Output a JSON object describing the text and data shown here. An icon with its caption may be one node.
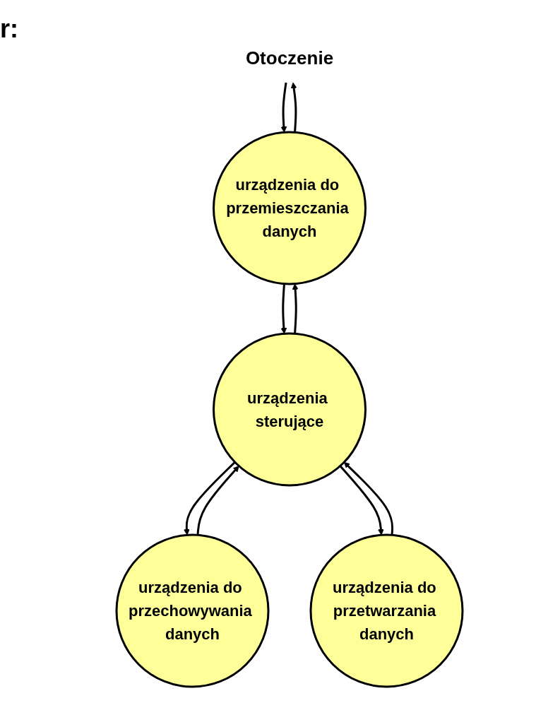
{
  "diagram": {
    "nodes": [
      {
        "text": [
          "Otoczenie"
        ]
      },
      {
        "text": [
          "urządzenia do przemieszczania danych"
        ]
      },
      {
        "text": [
          "urządzenia sterujące"
        ]
      },
      {
        "text": [
          "urządzenia do przechowywania danych"
        ]
      },
      {
        "text": [
          "urządzenia do przetwarzania danych"
        ]
      }
    ],
    "edges": [
      {
        "from": 1,
        "to": 0,
        "arrow": "to"
      },
      {
        "from": 0,
        "to": 1,
        "arrow": "to"
      },
      {
        "from": 2,
        "to": 1,
        "arrow": "to"
      },
      {
        "from": 1,
        "to": 2,
        "arrow": "to"
      },
      {
        "from": 3,
        "to": 2,
        "arrow": "to"
      },
      {
        "from": 2,
        "to": 3,
        "arrow": "to"
      },
      {
        "from": 4,
        "to": 2,
        "arrow": "to"
      },
      {
        "from": 2,
        "to": 4,
        "arrow": "to"
      }
    ],
    "labels": [
      "r:"
    ]
  }
}
